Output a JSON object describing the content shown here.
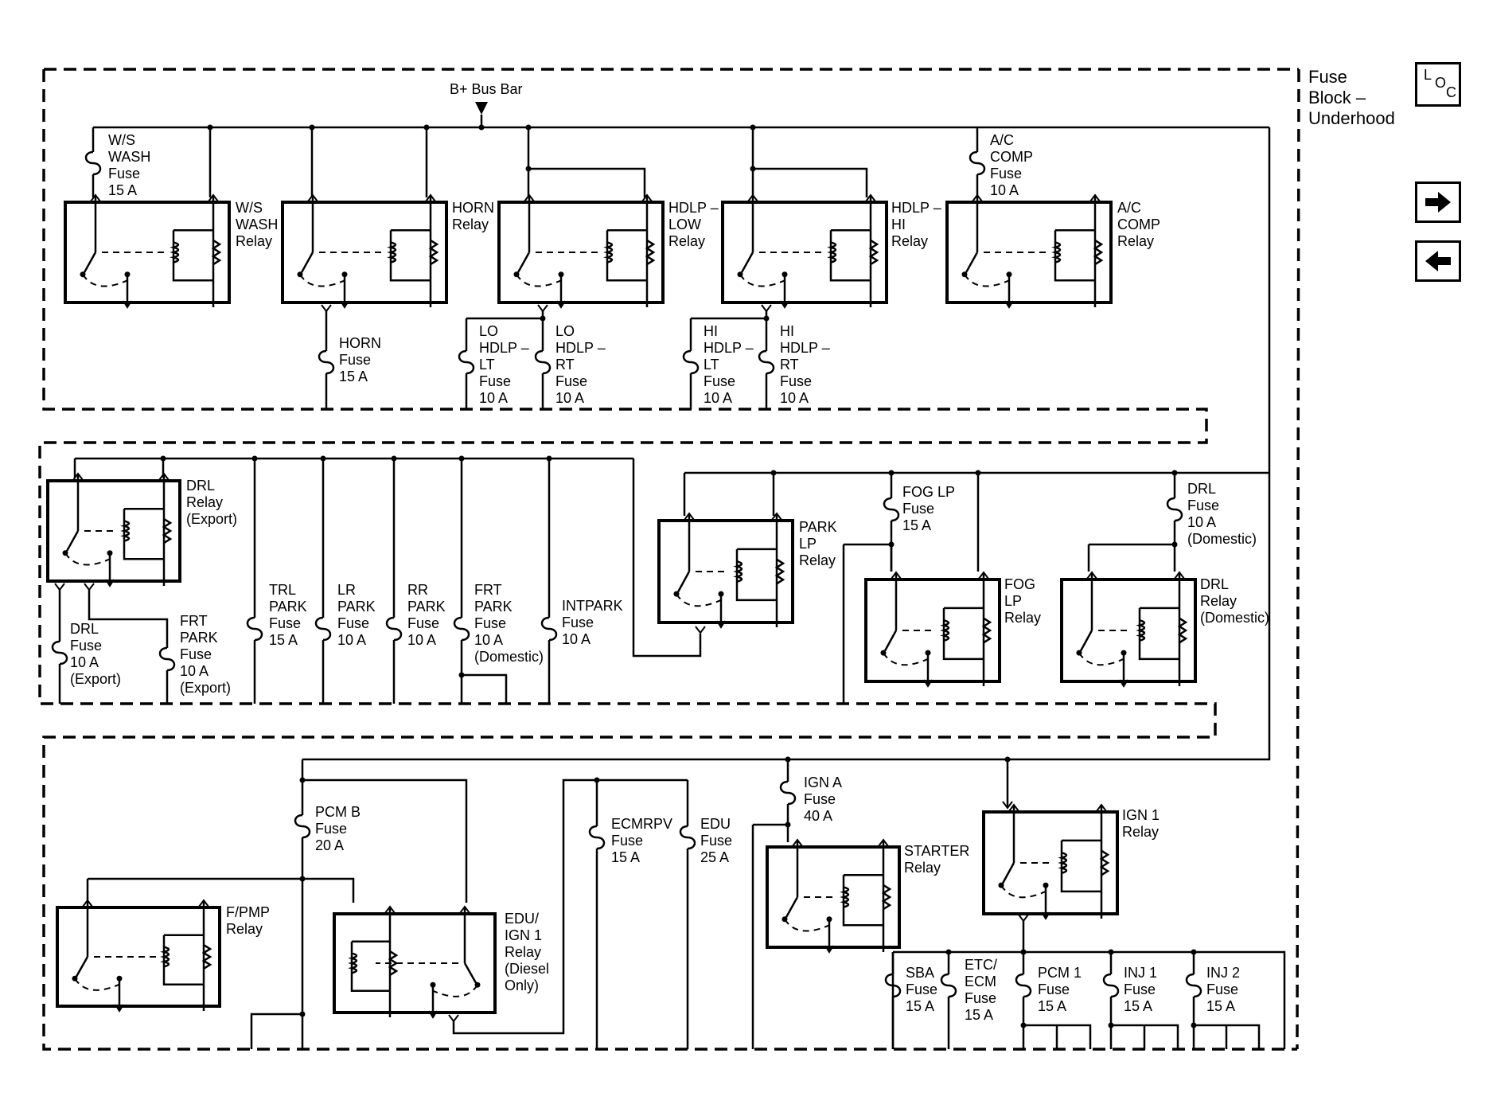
{
  "header": {
    "fuse_block_label": [
      "Fuse",
      "Block –",
      "Underhood"
    ],
    "loc_icon": {
      "letters": [
        "L",
        "O",
        "C"
      ]
    },
    "next_icon": "right-arrow-icon",
    "prev_icon": "left-arrow-icon"
  },
  "bus": {
    "label": "B+ Bus Bar"
  },
  "relays": [
    {
      "id": "ws_wash",
      "lines": [
        "W/S",
        "WASH",
        "Relay"
      ]
    },
    {
      "id": "horn",
      "lines": [
        "HORN",
        "Relay"
      ]
    },
    {
      "id": "hdlp_low",
      "lines": [
        "HDLP –",
        "LOW",
        "Relay"
      ]
    },
    {
      "id": "hdlp_hi",
      "lines": [
        "HDLP –",
        "HI",
        "Relay"
      ]
    },
    {
      "id": "ac_comp",
      "lines": [
        "A/C",
        "COMP",
        "Relay"
      ]
    },
    {
      "id": "drl_export",
      "lines": [
        "DRL",
        "Relay",
        "(Export)"
      ]
    },
    {
      "id": "park_lp",
      "lines": [
        "PARK",
        "LP",
        "Relay"
      ]
    },
    {
      "id": "fog_lp",
      "lines": [
        "FOG",
        "LP",
        "Relay"
      ]
    },
    {
      "id": "drl_domestic",
      "lines": [
        "DRL",
        "Relay",
        "(Domestic)"
      ]
    },
    {
      "id": "fpmp",
      "lines": [
        "F/PMP",
        "Relay"
      ]
    },
    {
      "id": "edu_ign1",
      "lines": [
        "EDU/",
        "IGN 1",
        "Relay",
        "(Diesel",
        "Only)"
      ]
    },
    {
      "id": "starter",
      "lines": [
        "STARTER",
        "Relay"
      ]
    },
    {
      "id": "ign1",
      "lines": [
        "IGN 1",
        "Relay"
      ]
    }
  ],
  "fuses": [
    {
      "id": "ws_wash",
      "lines": [
        "W/S",
        "WASH",
        "Fuse",
        "15 A"
      ]
    },
    {
      "id": "ac_comp",
      "lines": [
        "A/C",
        "COMP",
        "Fuse",
        "10 A"
      ]
    },
    {
      "id": "horn",
      "lines": [
        "HORN",
        "Fuse",
        "15 A"
      ]
    },
    {
      "id": "lo_lt",
      "lines": [
        "LO",
        "HDLP –",
        "LT",
        "Fuse",
        "10 A"
      ]
    },
    {
      "id": "lo_rt",
      "lines": [
        "LO",
        "HDLP –",
        "RT",
        "Fuse",
        "10 A"
      ]
    },
    {
      "id": "hi_lt",
      "lines": [
        "HI",
        "HDLP –",
        "LT",
        "Fuse",
        "10 A"
      ]
    },
    {
      "id": "hi_rt",
      "lines": [
        "HI",
        "HDLP –",
        "RT",
        "Fuse",
        "10 A"
      ]
    },
    {
      "id": "drl_export",
      "lines": [
        "DRL",
        "Fuse",
        "10 A",
        "(Export)"
      ]
    },
    {
      "id": "frt_park_export",
      "lines": [
        "FRT",
        "PARK",
        "Fuse",
        "10 A",
        "(Export)"
      ]
    },
    {
      "id": "trl_park",
      "lines": [
        "TRL",
        "PARK",
        "Fuse",
        "15 A"
      ]
    },
    {
      "id": "lr_park",
      "lines": [
        "LR",
        "PARK",
        "Fuse",
        "10 A"
      ]
    },
    {
      "id": "rr_park",
      "lines": [
        "RR",
        "PARK",
        "Fuse",
        "10 A"
      ]
    },
    {
      "id": "frt_park_domestic",
      "lines": [
        "FRT",
        "PARK",
        "Fuse",
        "10 A",
        "(Domestic)"
      ]
    },
    {
      "id": "intpark",
      "lines": [
        "INTPARK",
        "Fuse",
        "10 A"
      ]
    },
    {
      "id": "fog_lp",
      "lines": [
        "FOG LP",
        "Fuse",
        "15 A"
      ]
    },
    {
      "id": "drl_domestic",
      "lines": [
        "DRL",
        "Fuse",
        "10 A",
        "(Domestic)"
      ]
    },
    {
      "id": "pcm_b",
      "lines": [
        "PCM B",
        "Fuse",
        "20 A"
      ]
    },
    {
      "id": "ecmrpv",
      "lines": [
        "ECMRPV",
        "Fuse",
        "15 A"
      ]
    },
    {
      "id": "edu",
      "lines": [
        "EDU",
        "Fuse",
        "25 A"
      ]
    },
    {
      "id": "ign_a",
      "lines": [
        "IGN A",
        "Fuse",
        "40 A"
      ]
    },
    {
      "id": "sba",
      "lines": [
        "SBA",
        "Fuse",
        "15 A"
      ]
    },
    {
      "id": "etc_ecm",
      "lines": [
        "ETC/",
        "ECM",
        "Fuse",
        "15 A"
      ]
    },
    {
      "id": "pcm1",
      "lines": [
        "PCM 1",
        "Fuse",
        "15 A"
      ]
    },
    {
      "id": "inj1",
      "lines": [
        "INJ 1",
        "Fuse",
        "15 A"
      ]
    },
    {
      "id": "inj2",
      "lines": [
        "INJ 2",
        "Fuse",
        "15 A"
      ]
    }
  ]
}
